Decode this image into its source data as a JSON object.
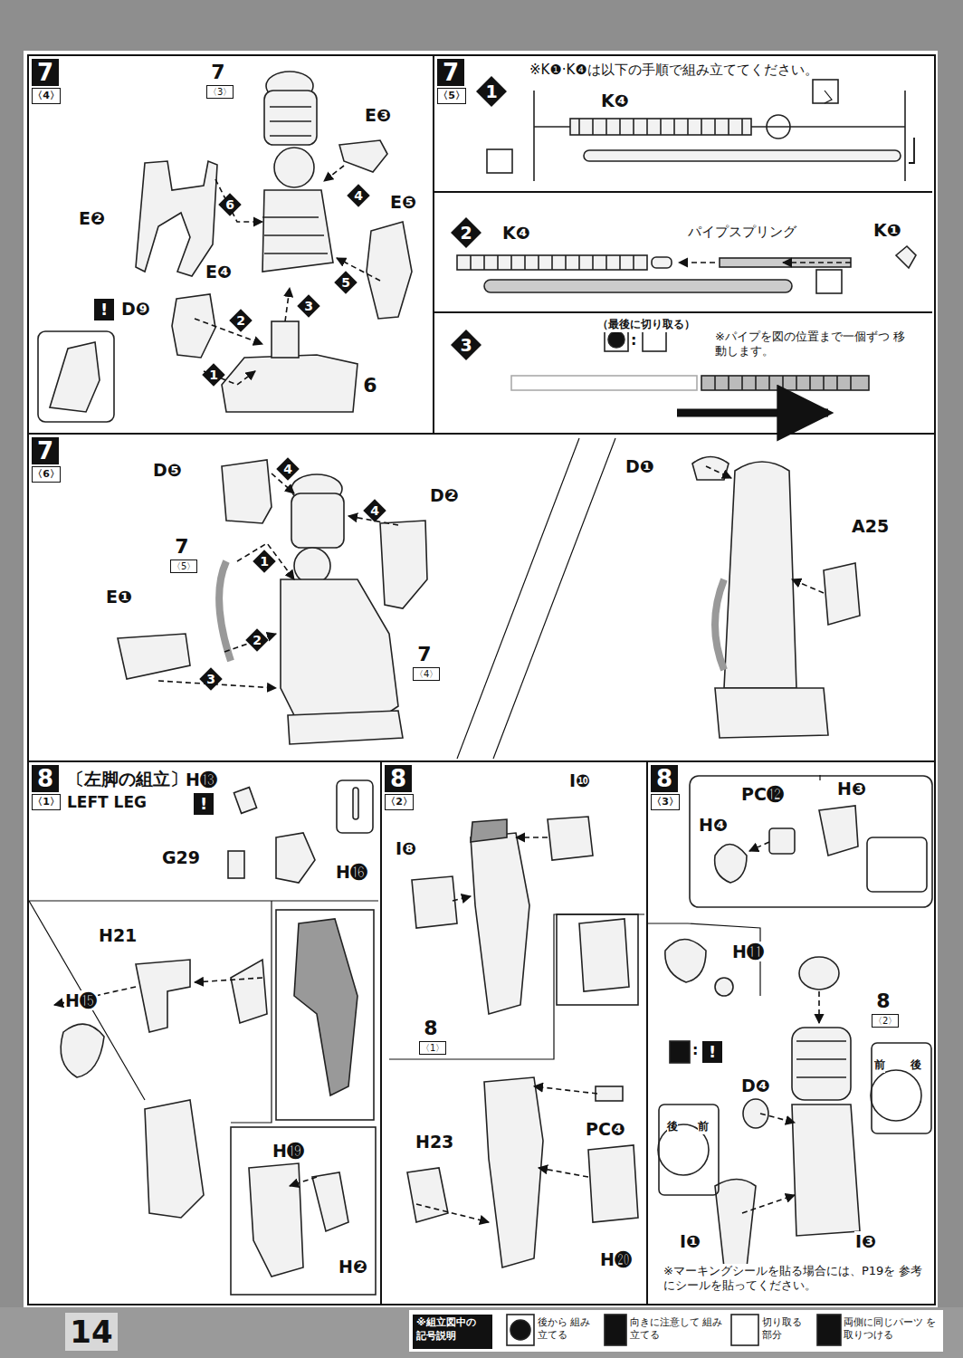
{
  "diagram": {
    "nodes": [
      {
        "text": [
          "7",
          "〈4〉"
        ]
      },
      {
        "text": [
          "7",
          "〈5〉"
        ]
      },
      {
        "text": [
          "7",
          "〈6〉"
        ]
      },
      {
        "text": [
          "8",
          "〈1〉",
          "〔左脚の組立〕",
          "LEFT LEG"
        ]
      },
      {
        "text": [
          "8",
          "〈2〉"
        ]
      },
      {
        "text": [
          "8",
          "〈3〉"
        ]
      }
    ],
    "labels": [
      "7",
      "〈3〉",
      "E❸",
      "E❷",
      "E❺",
      "E❹",
      "!",
      "D❾",
      "6",
      "6",
      "4",
      "3",
      "5",
      "2",
      "1",
      "1",
      "※K❶·K❹は以下の手順で組み立ててください。",
      "K❹",
      "2",
      "K❹",
      "パイプスプリング",
      "K❶",
      "3",
      "（最後に切り取る）",
      ":",
      "※パイプを図の位置まで一個ずつ 移動します。",
      "D❺",
      "4",
      "4",
      "D❷",
      "7",
      "〈5〉",
      "1",
      "E❶",
      "2",
      "3",
      "7",
      "〈4〉",
      "D❶",
      "A25",
      "H⓭",
      "!",
      "G29",
      "H⓰",
      "H21",
      "H⓯",
      "H⓳",
      "H❷",
      "I❿",
      "I❽",
      "8",
      "〈1〉",
      "PC❹",
      "H23",
      "H⓴",
      "PC⓬",
      "H❸",
      "H❹",
      "H⓫",
      "8",
      "〈2〉",
      ":",
      "!",
      "D❹",
      "前",
      "後",
      "後",
      "前",
      "I❶",
      "I❸",
      "※マーキングシールを貼る場合には、P19を 参考にシールを貼ってください。",
      "14",
      "※組立図中の 記号説明"
    ],
    "legend": [
      {
        "text": "後から 組み立てる"
      },
      {
        "text": "向きに注意して 組み立てる"
      },
      {
        "text": "切り取る 部分"
      },
      {
        "text": "両側に同じパーツ を取りつける"
      }
    ]
  }
}
